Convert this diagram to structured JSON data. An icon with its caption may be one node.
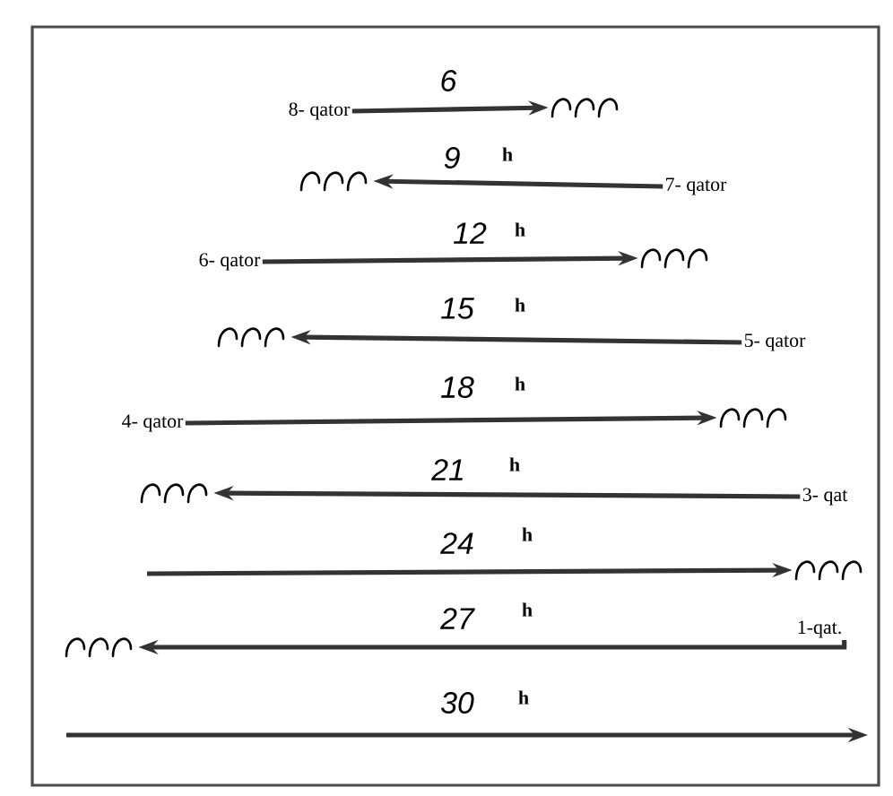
{
  "diagram": {
    "nodes": [
      {
        "text": [
          "8- qator"
        ]
      },
      {
        "text": [],
        "shape": "picture"
      },
      {
        "text": [],
        "shape": "picture"
      },
      {
        "text": [
          "7- qator"
        ]
      },
      {
        "text": [
          "6- qator"
        ]
      },
      {
        "text": [],
        "shape": "picture"
      },
      {
        "text": [],
        "shape": "picture"
      },
      {
        "text": [
          "5- qator"
        ]
      },
      {
        "text": [
          "4- qator"
        ]
      },
      {
        "text": [],
        "shape": "picture"
      },
      {
        "text": [],
        "shape": "picture"
      },
      {
        "text": [
          "3- qat"
        ]
      },
      {
        "text": [],
        "shape": "picture"
      },
      {
        "text": [],
        "shape": "picture"
      },
      {
        "text": [
          "1-qat."
        ]
      }
    ],
    "edges": [
      {
        "from": 0,
        "to": 1,
        "arrow": "to",
        "label": "6"
      },
      {
        "from": 3,
        "to": 2,
        "arrow": "to",
        "label": "9"
      },
      {
        "from": 4,
        "to": 5,
        "arrow": "to",
        "label": "12"
      },
      {
        "from": 7,
        "to": 6,
        "arrow": "to",
        "label": "15"
      },
      {
        "from": 8,
        "to": 9,
        "arrow": "to",
        "label": "18"
      },
      {
        "from": 11,
        "to": 10,
        "arrow": "to",
        "label": "21"
      },
      {
        "from": null,
        "to": 12,
        "arrow": "to",
        "label": "24"
      },
      {
        "from": 14,
        "to": 13,
        "arrow": "to",
        "label": "27"
      }
    ],
    "labels": [
      "h",
      "h",
      "h",
      "h",
      "h",
      "h",
      "h",
      "30",
      "h"
    ]
  }
}
